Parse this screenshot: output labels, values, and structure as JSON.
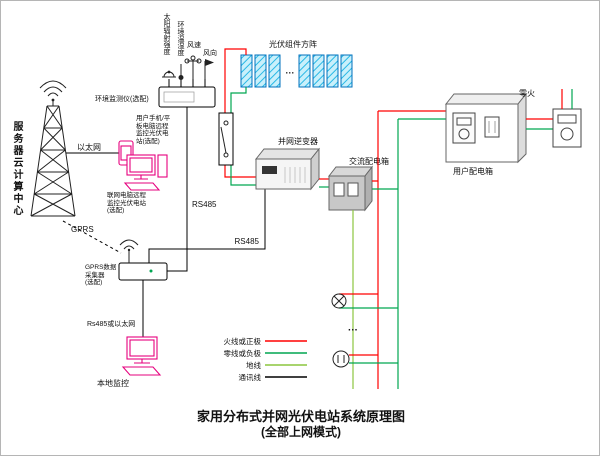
{
  "title": {
    "main": "家用分布式并网光伏电站系统原理图",
    "sub": "(全部上网模式)"
  },
  "colors": {
    "live": "#ff0000",
    "neutral": "#00a651",
    "ground": "#8cc63f",
    "comm": "#000000",
    "device": "#e6007e",
    "pvstroke": "#0071bc",
    "pvfill": "#c9f0fb"
  },
  "sensors": {
    "solar_radiation": "太阳辐射强度",
    "temp_humidity": "环境温湿度",
    "wind_speed": "风速",
    "wind_direction": "风向",
    "monitor_label": "环境监测仪(选配)"
  },
  "pv": {
    "label": "光伏组件方阵",
    "ellipsis": "···"
  },
  "inverter": {
    "label": "并网逆变器"
  },
  "ac_box": {
    "label": "交流配电箱"
  },
  "user_box": {
    "label": "用户配电箱",
    "wires_label": "零火"
  },
  "cloud": {
    "label": "服务器云计算中心",
    "ethernet": "以太网",
    "gprs": "GPRS"
  },
  "remote": {
    "phone_note": "用户手机/平\n板电脑远程\n监控光伏电\n站(选配)",
    "pc_note": "联网电脑远程\n监控光伏电站\n(选配)"
  },
  "collector": {
    "label": "GPRS数据\n采集器\n(选配)",
    "downlink": "Rs485或以太网"
  },
  "local": {
    "label": "本地监控"
  },
  "links": {
    "rs485_env": "RS485",
    "rs485_inv": "RS485"
  },
  "loads": {
    "ellipsis": "···"
  },
  "legend": {
    "items": [
      {
        "label": "火线或正极",
        "color": "#ff0000"
      },
      {
        "label": "零线或负极",
        "color": "#00a651"
      },
      {
        "label": "地线",
        "color": "#8cc63f"
      },
      {
        "label": "通讯线",
        "color": "#000000"
      }
    ]
  }
}
